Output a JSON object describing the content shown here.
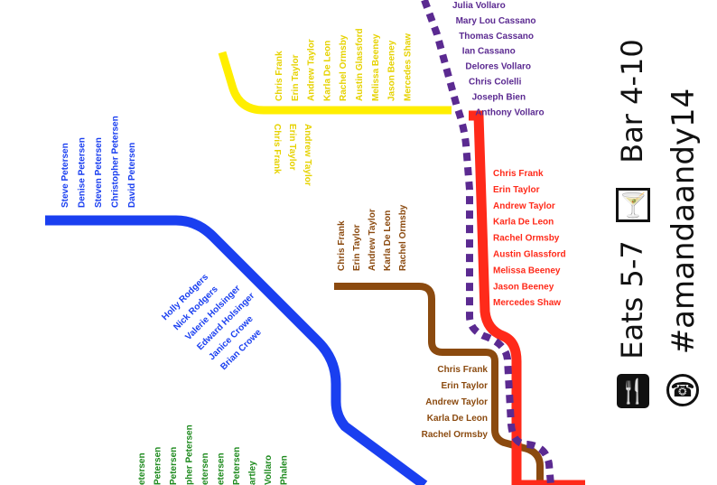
{
  "colors": {
    "purple": "#5b2a91",
    "red": "#ff2a1a",
    "yellow": "#ffee00",
    "yellow_text": "#e6d200",
    "brown": "#8b4a0f",
    "blue": "#1a3ff0",
    "green": "#1e8a1e",
    "black": "#111111"
  },
  "purple_line": {
    "names": [
      "Julia Vollaro",
      "Mary Lou Cassano",
      "Thomas Cassano",
      "Ian Cassano",
      "Delores Vollaro",
      "Chris Colelli",
      "Joseph Bien",
      "Anthony Vollaro"
    ]
  },
  "yellow_line": {
    "names_top": [
      "Chris Frank",
      "Erin Taylor",
      "Andrew Taylor",
      "Karla De Leon",
      "Rachel Ormsby",
      "Austin Glassford",
      "Melissa Beeney",
      "Jason Beeney",
      "Mercedes Shaw"
    ],
    "names_bottom": [
      "Chris Frank",
      "Erin Taylor",
      "Andrew Taylor"
    ]
  },
  "red_line": {
    "names": [
      "Chris Frank",
      "Erin Taylor",
      "Andrew Taylor",
      "Karla De Leon",
      "Rachel Ormsby",
      "Austin Glassford",
      "Melissa Beeney",
      "Jason Beeney",
      "Mercedes Shaw"
    ]
  },
  "brown_line": {
    "names_top": [
      "Chris Frank",
      "Erin Taylor",
      "Andrew Taylor",
      "Karla De Leon",
      "Rachel Ormsby"
    ],
    "names_bottom": [
      "Chris Frank",
      "Erin Taylor",
      "Andrew Taylor",
      "Karla De Leon",
      "Rachel Ormsby"
    ]
  },
  "blue_line": {
    "names_top": [
      "Steve Petersen",
      "Denise Petersen",
      "Steven Petersen",
      "Christopher Petersen",
      "David Petersen"
    ],
    "names_bottom": [
      "Holly Rodgers",
      "Nick Rodgers",
      "Valerie Holsinger",
      "Edward Holsinger",
      "Janice Crowe",
      "Brian Crowe"
    ]
  },
  "green_line": {
    "names": [
      "etersen",
      "Petersen",
      "Petersen",
      "pher Petersen",
      "etersen",
      "etersen",
      "Petersen",
      "artley",
      "Vollaro",
      "Phalen"
    ]
  },
  "legend": {
    "eats": "Eats 5-7",
    "bar": "Bar 4-10",
    "hashtag": "#amandaandy14",
    "fork_knife_icon": "fork-knife-icon",
    "cocktail_icon": "cocktail-icon",
    "phone_icon": "phone-icon"
  }
}
